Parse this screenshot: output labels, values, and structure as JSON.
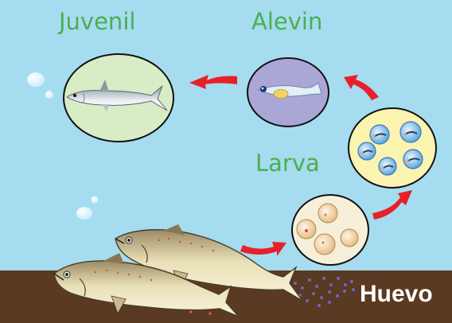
{
  "labels": {
    "juvenil": "Juvenil",
    "alevin": "Alevin",
    "larva": "Larva",
    "huevo": "Huevo"
  },
  "colors": {
    "water": "#a5dcf0",
    "seabed": "#5a3a22",
    "label_green": "#4caf50",
    "arrow_red": "#e8202a",
    "juvenil_circle": "#d8ecc6",
    "alevin_circle": "#aaa6d6",
    "larva_circle": "#fbf3b0",
    "egg_circle": "#f6efd9",
    "egg_dots": "#6a67c4"
  },
  "icons": {
    "arrows": "curved-red-arrow",
    "fish": "tuna-fish",
    "juvenil": "juvenile-fish-icon",
    "alevin": "fry-fish-icon",
    "larva": "larva-cluster-icon",
    "huevo": "egg-cluster-icon"
  }
}
